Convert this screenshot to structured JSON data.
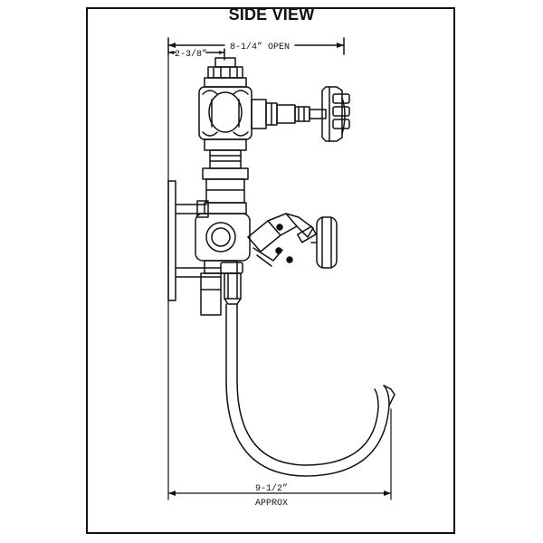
{
  "title": "SIDE VIEW",
  "dimensions": {
    "overall_width": "8-1/4” OPEN",
    "handle_offset": "2-3/8”",
    "bottom_width": "9-1/2”",
    "bottom_note": "APPROX"
  },
  "colors": {
    "ink": "#111111",
    "background": "#ffffff"
  }
}
